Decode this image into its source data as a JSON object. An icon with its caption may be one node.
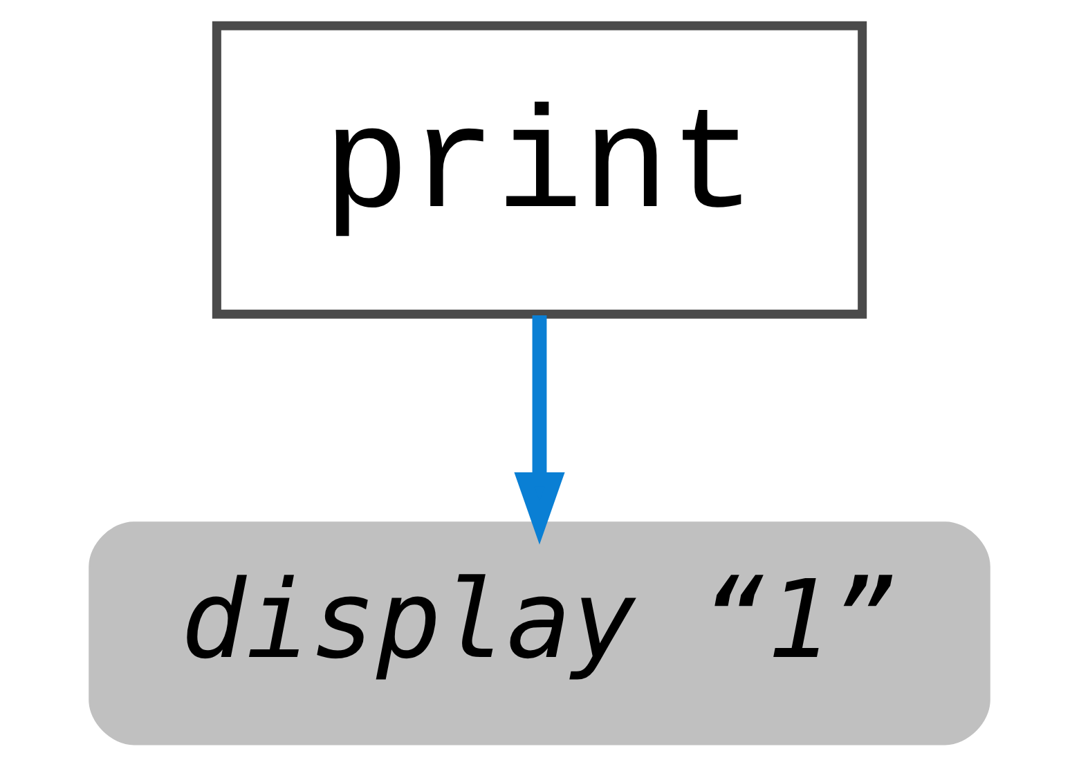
{
  "diagram": {
    "nodes": [
      {
        "text": [
          "print"
        ]
      },
      {
        "text": [
          "display “1”"
        ]
      }
    ],
    "edges": [
      {
        "from": 0,
        "to": 1,
        "arrow": "to"
      }
    ]
  }
}
